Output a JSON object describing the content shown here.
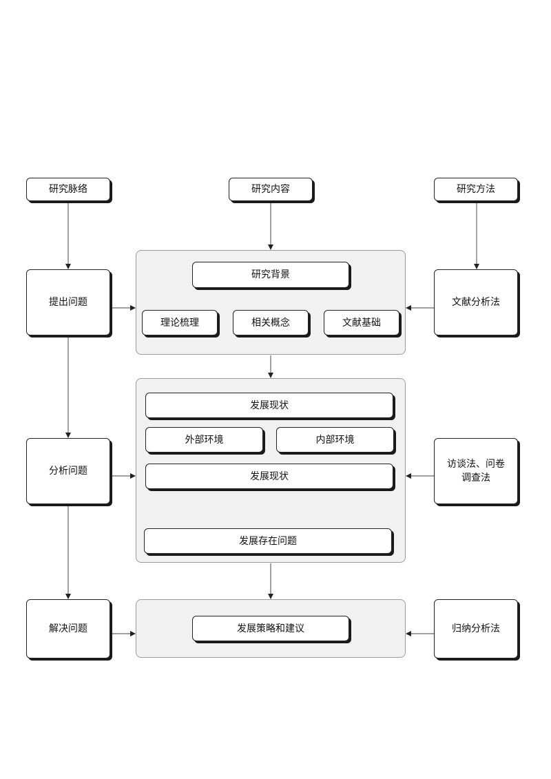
{
  "columns": {
    "left_header": "研究脉络",
    "middle_header": "研究内容",
    "right_header": "研究方法"
  },
  "left": {
    "raise": "提出问题",
    "analyze": "分析问题",
    "solve": "解决问题"
  },
  "right": {
    "method1": "文献分析法",
    "method2_line1": "访谈法、问卷",
    "method2_line2": "调查法",
    "method3": "归纳分析法"
  },
  "panel1": {
    "background": "研究背景",
    "theory": "理论梳理",
    "concepts": "相关概念",
    "literature": "文献基础"
  },
  "panel2": {
    "status_top": "发展现状",
    "external": "外部环境",
    "internal": "内部环境",
    "status_mid": "发展现状",
    "problems": "发展存在问题"
  },
  "panel3": {
    "strategy": "发展策略和建议"
  },
  "colors": {
    "line": "#666666",
    "panel_fill": "#f1f1f1",
    "node_border": "#222222"
  }
}
